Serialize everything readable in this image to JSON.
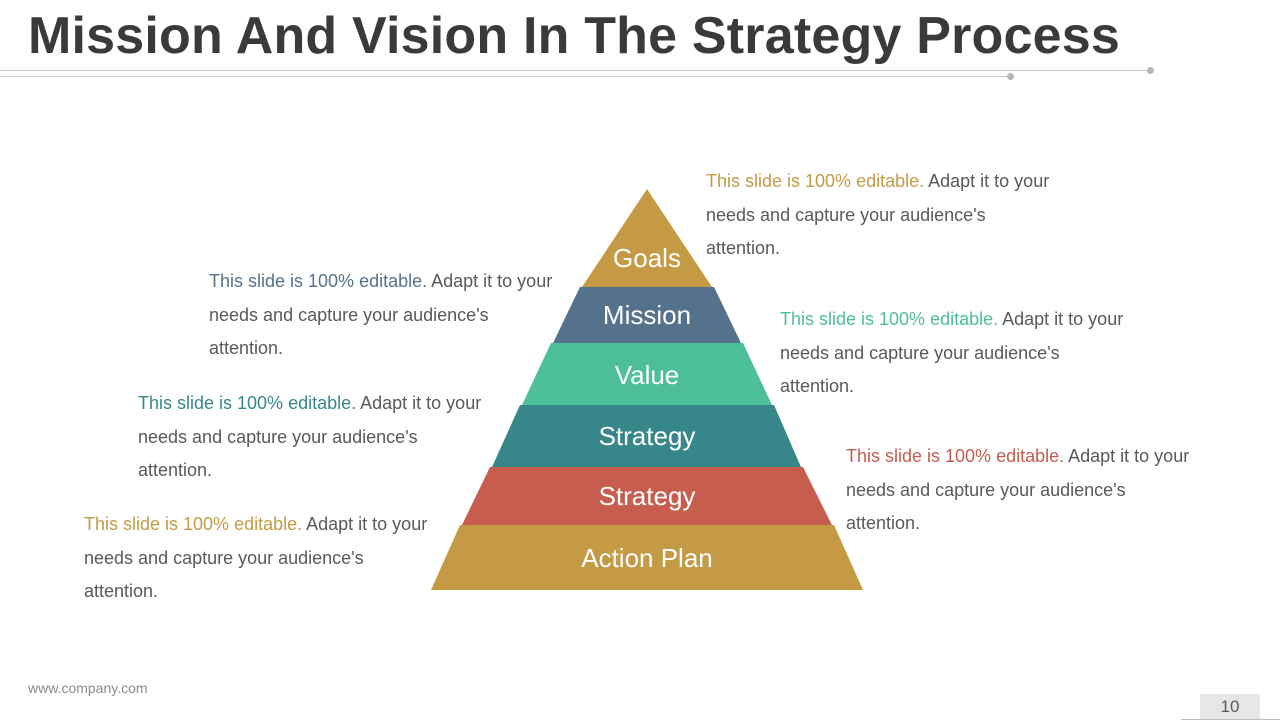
{
  "slide": {
    "title": "Mission And Vision In The Strategy Process",
    "footer_url": "www.company.com",
    "page_number": "10"
  },
  "pyramid": {
    "levels": [
      {
        "label": "Goals",
        "color": "#C49A45"
      },
      {
        "label": "Mission",
        "color": "#54728C"
      },
      {
        "label": "Value",
        "color": "#4DBF9B"
      },
      {
        "label": "Strategy",
        "color": "#37878A"
      },
      {
        "label": "Strategy",
        "color": "#C65D4E"
      },
      {
        "label": "Action Plan",
        "color": "#C49A45"
      }
    ]
  },
  "descriptions": [
    {
      "highlight": "This slide is 100% editable.",
      "text": " Adapt it to your needs and capture your audience's attention.",
      "color": "#C49A45"
    },
    {
      "highlight": "This slide is 100% editable.",
      "text": " Adapt it to your needs and capture your audience's attention.",
      "color": "#54728C"
    },
    {
      "highlight": "This slide is 100% editable.",
      "text": " Adapt it to your needs and capture your audience's attention.",
      "color": "#4DBF9B"
    },
    {
      "highlight": "This slide is 100% editable.",
      "text": " Adapt it to your needs and capture your audience's attention.",
      "color": "#37878A"
    },
    {
      "highlight": "This slide is 100% editable.",
      "text": " Adapt it to your needs and capture your audience's attention.",
      "color": "#C65D4E"
    },
    {
      "highlight": "This slide is 100% editable.",
      "text": " Adapt it to your needs and capture your audience's attention.",
      "color": "#C49A45"
    }
  ]
}
